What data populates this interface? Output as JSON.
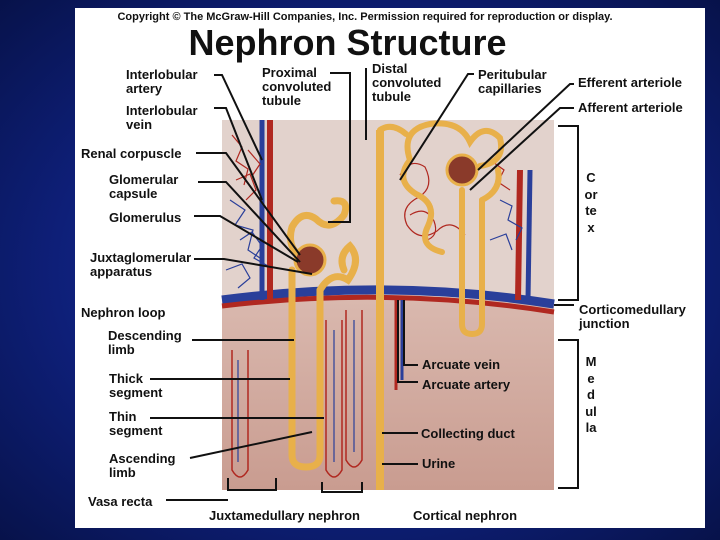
{
  "slide": {
    "copyright": "Copyright © The McGraw-Hill Companies, Inc. Permission required for reproduction or display.",
    "title": "Nephron Structure"
  },
  "labels": {
    "interlobular_artery": "Interlobular artery",
    "interlobular_vein": "Interlobular vein",
    "renal_corpuscle": "Renal corpuscle",
    "glomerular_capsule": "Glomerular capsule",
    "glomerulus": "Glomerulus",
    "juxtaglomerular_apparatus": "Juxtaglomerular apparatus",
    "nephron_loop": "Nephron loop",
    "descending_limb": "Descending limb",
    "thick_segment": "Thick segment",
    "thin_segment": "Thin segment",
    "ascending_limb": "Ascending limb",
    "vasa_recta": "Vasa recta",
    "proximal_tubule": "Proximal convoluted tubule",
    "distal_tubule": "Distal convoluted tubule",
    "peritubular_capillaries": "Peritubular capillaries",
    "efferent_arteriole": "Efferent arteriole",
    "afferent_arteriole": "Afferent arteriole",
    "cortex": "Cortex",
    "corticomedullary_junction": "Corticomedullary junction",
    "medulla": "Medulla",
    "arcuate_vein": "Arcuate vein",
    "arcuate_artery": "Arcuate artery",
    "collecting_duct": "Collecting duct",
    "urine": "Urine",
    "juxtamedullary_nephron": "Juxtamedullary nephron",
    "cortical_nephron": "Cortical nephron"
  },
  "colors": {
    "background": "#12258f",
    "cortex": "#e2d2cc",
    "medulla": "#d4b0a6",
    "tubule": "#e8b04a",
    "artery": "#b02820",
    "vein": "#2a3f9a"
  }
}
